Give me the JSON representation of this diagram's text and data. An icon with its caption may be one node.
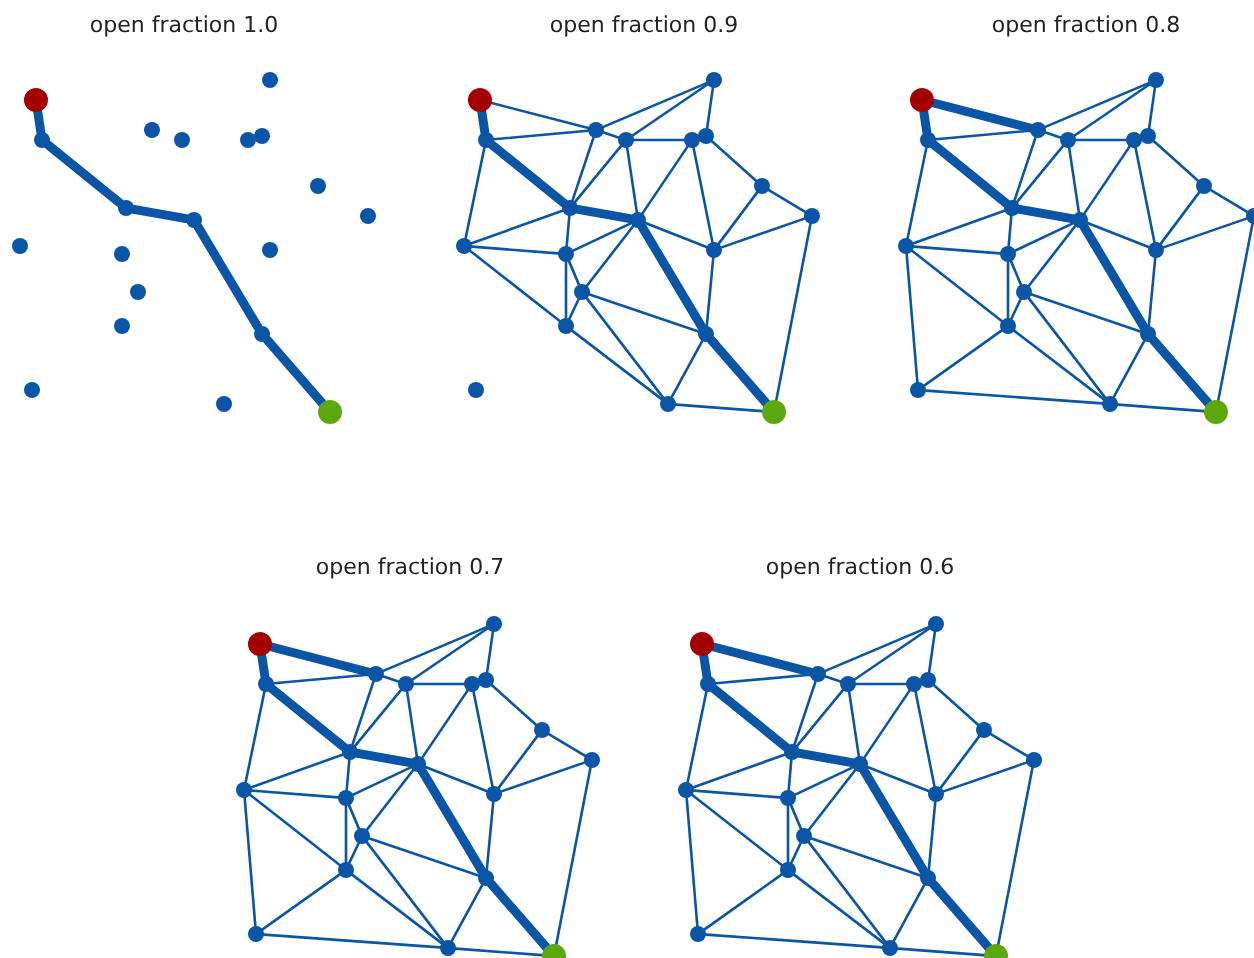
{
  "diagram": {
    "nodes": [
      {
        "text": [],
        "shape": "circle"
      },
      {
        "text": [],
        "shape": "circle"
      },
      {
        "text": [],
        "shape": "circle"
      },
      {
        "text": [],
        "shape": "circle"
      },
      {
        "text": [],
        "shape": "circle"
      },
      {
        "text": [],
        "shape": "circle"
      },
      {
        "text": [],
        "shape": "circle"
      },
      {
        "text": [],
        "shape": "circle"
      },
      {
        "text": [],
        "shape": "circle"
      },
      {
        "text": [],
        "shape": "circle"
      },
      {
        "text": [],
        "shape": "circle"
      },
      {
        "text": [],
        "shape": "circle"
      },
      {
        "text": [],
        "shape": "circle"
      },
      {
        "text": [],
        "shape": "circle"
      },
      {
        "text": [],
        "shape": "circle"
      },
      {
        "text": [],
        "shape": "circle"
      },
      {
        "text": [],
        "shape": "circle"
      },
      {
        "text": [],
        "shape": "circle"
      },
      {
        "text": [],
        "shape": "circle"
      },
      {
        "text": [],
        "shape": "circle"
      },
      {
        "text": [],
        "shape": "circle"
      },
      {
        "text": [],
        "shape": "circle"
      },
      {
        "text": [],
        "shape": "circle"
      },
      {
        "text": [],
        "shape": "circle"
      },
      {
        "text": [],
        "shape": "circle"
      },
      {
        "text": [],
        "shape": "circle"
      },
      {
        "text": [],
        "shape": "circle"
      },
      {
        "text": [],
        "shape": "circle"
      },
      {
        "text": [],
        "shape": "circle"
      },
      {
        "text": [],
        "shape": "circle"
      },
      {
        "text": [],
        "shape": "circle"
      },
      {
        "text": [],
        "shape": "circle"
      },
      {
        "text": [],
        "shape": "circle"
      },
      {
        "text": [],
        "shape": "circle"
      },
      {
        "text": [],
        "shape": "circle"
      },
      {
        "text": [],
        "shape": "circle"
      },
      {
        "text": [],
        "shape": "circle"
      },
      {
        "text": [],
        "shape": "circle"
      },
      {
        "text": [],
        "shape": "circle"
      },
      {
        "text": [],
        "shape": "circle"
      },
      {
        "text": [],
        "shape": "circle"
      },
      {
        "text": [],
        "shape": "circle"
      },
      {
        "text": [],
        "shape": "circle"
      },
      {
        "text": [],
        "shape": "circle"
      },
      {
        "text": [],
        "shape": "circle"
      },
      {
        "text": [],
        "shape": "circle"
      },
      {
        "text": [],
        "shape": "circle"
      },
      {
        "text": [],
        "shape": "circle"
      },
      {
        "text": [],
        "shape": "circle"
      },
      {
        "text": [],
        "shape": "circle"
      },
      {
        "text": [],
        "shape": "circle"
      },
      {
        "text": [],
        "shape": "circle"
      },
      {
        "text": [],
        "shape": "circle"
      },
      {
        "text": [],
        "shape": "circle"
      },
      {
        "text": [],
        "shape": "circle"
      },
      {
        "text": [],
        "shape": "circle"
      },
      {
        "text": [],
        "shape": "circle"
      },
      {
        "text": [],
        "shape": "circle"
      },
      {
        "text": [],
        "shape": "circle"
      },
      {
        "text": [],
        "shape": "circle"
      },
      {
        "text": [],
        "shape": "circle"
      },
      {
        "text": [],
        "shape": "circle"
      },
      {
        "text": [],
        "shape": "circle"
      },
      {
        "text": [],
        "shape": "circle"
      },
      {
        "text": [],
        "shape": "circle"
      },
      {
        "text": [],
        "shape": "circle"
      },
      {
        "text": [],
        "shape": "circle"
      },
      {
        "text": [],
        "shape": "circle"
      },
      {
        "text": [],
        "shape": "circle"
      },
      {
        "text": [],
        "shape": "circle"
      },
      {
        "text": [],
        "shape": "circle"
      },
      {
        "text": [],
        "shape": "circle"
      },
      {
        "text": [],
        "shape": "circle"
      },
      {
        "text": [],
        "shape": "circle"
      },
      {
        "text": [],
        "shape": "circle"
      },
      {
        "text": [],
        "shape": "circle"
      },
      {
        "text": [],
        "shape": "circle"
      },
      {
        "text": [],
        "shape": "circle"
      },
      {
        "text": [],
        "shape": "circle"
      },
      {
        "text": [],
        "shape": "circle"
      },
      {
        "text": [],
        "shape": "circle"
      },
      {
        "text": [],
        "shape": "circle"
      },
      {
        "text": [],
        "shape": "circle"
      },
      {
        "text": [],
        "shape": "circle"
      },
      {
        "text": [],
        "shape": "circle"
      },
      {
        "text": [],
        "shape": "circle"
      },
      {
        "text": [],
        "shape": "circle"
      },
      {
        "text": [],
        "shape": "circle"
      },
      {
        "text": [],
        "shape": "circle"
      },
      {
        "text": [],
        "shape": "circle"
      },
      {
        "text": [],
        "shape": "circle"
      },
      {
        "text": [],
        "shape": "circle"
      },
      {
        "text": [],
        "shape": "circle"
      },
      {
        "text": [],
        "shape": "circle"
      },
      {
        "text": [],
        "shape": "circle"
      },
      {
        "text": [],
        "shape": "circle"
      },
      {
        "text": [],
        "shape": "circle"
      },
      {
        "text": [],
        "shape": "circle"
      },
      {
        "text": [],
        "shape": "circle"
      },
      {
        "text": [],
        "shape": "circle"
      }
    ],
    "edges": [
      {
        "from": 0,
        "to": 1,
        "arrow": "none",
        "style": "thick"
      },
      {
        "from": 1,
        "to": 2,
        "arrow": "none",
        "style": "thick"
      },
      {
        "from": 2,
        "to": 3,
        "arrow": "none",
        "style": "thick"
      },
      {
        "from": 3,
        "to": 4,
        "arrow": "none",
        "style": "thick"
      },
      {
        "from": 4,
        "to": 5,
        "arrow": "none",
        "style": "thick"
      },
      {
        "from": 20,
        "to": 21,
        "arrow": "none",
        "style": "thick"
      },
      {
        "from": 21,
        "to": 22,
        "arrow": "none",
        "style": "thick"
      },
      {
        "from": 22,
        "to": 23,
        "arrow": "none",
        "style": "thick"
      },
      {
        "from": 23,
        "to": 24,
        "arrow": "none",
        "style": "thick"
      },
      {
        "from": 24,
        "to": 25,
        "arrow": "none",
        "style": "thick"
      },
      {
        "from": 20,
        "to": 27,
        "arrow": "none"
      },
      {
        "from": 21,
        "to": 27,
        "arrow": "none"
      },
      {
        "from": 27,
        "to": 26,
        "arrow": "none"
      },
      {
        "from": 28,
        "to": 26,
        "arrow": "none"
      },
      {
        "from": 30,
        "to": 26,
        "arrow": "none"
      },
      {
        "from": 27,
        "to": 28,
        "arrow": "none"
      },
      {
        "from": 28,
        "to": 29,
        "arrow": "none"
      },
      {
        "from": 21,
        "to": 33,
        "arrow": "none"
      },
      {
        "from": 27,
        "to": 22,
        "arrow": "none"
      },
      {
        "from": 28,
        "to": 22,
        "arrow": "none"
      },
      {
        "from": 28,
        "to": 23,
        "arrow": "none"
      },
      {
        "from": 29,
        "to": 23,
        "arrow": "none"
      },
      {
        "from": 29,
        "to": 35,
        "arrow": "none"
      },
      {
        "from": 30,
        "to": 31,
        "arrow": "none"
      },
      {
        "from": 31,
        "to": 32,
        "arrow": "none"
      },
      {
        "from": 31,
        "to": 35,
        "arrow": "none"
      },
      {
        "from": 32,
        "to": 35,
        "arrow": "none"
      },
      {
        "from": 32,
        "to": 25,
        "arrow": "none"
      },
      {
        "from": 22,
        "to": 33,
        "arrow": "none"
      },
      {
        "from": 22,
        "to": 34,
        "arrow": "none"
      },
      {
        "from": 23,
        "to": 34,
        "arrow": "none"
      },
      {
        "from": 23,
        "to": 36,
        "arrow": "none"
      },
      {
        "from": 23,
        "to": 35,
        "arrow": "none"
      },
      {
        "from": 33,
        "to": 34,
        "arrow": "none"
      },
      {
        "from": 33,
        "to": 37,
        "arrow": "none"
      },
      {
        "from": 34,
        "to": 36,
        "arrow": "none"
      },
      {
        "from": 34,
        "to": 37,
        "arrow": "none"
      },
      {
        "from": 36,
        "to": 37,
        "arrow": "none"
      },
      {
        "from": 36,
        "to": 24,
        "arrow": "none"
      },
      {
        "from": 35,
        "to": 24,
        "arrow": "none"
      },
      {
        "from": 37,
        "to": 39,
        "arrow": "none"
      },
      {
        "from": 24,
        "to": 39,
        "arrow": "none"
      },
      {
        "from": 39,
        "to": 25,
        "arrow": "none"
      },
      {
        "from": 36,
        "to": 39,
        "arrow": "none"
      },
      {
        "from": 40,
        "to": 41,
        "arrow": "none",
        "style": "thick"
      },
      {
        "from": 41,
        "to": 42,
        "arrow": "none",
        "style": "thick"
      },
      {
        "from": 42,
        "to": 43,
        "arrow": "none",
        "style": "thick"
      },
      {
        "from": 43,
        "to": 44,
        "arrow": "none",
        "style": "thick"
      },
      {
        "from": 44,
        "to": 45,
        "arrow": "none",
        "style": "thick"
      },
      {
        "from": 40,
        "to": 47,
        "arrow": "none",
        "style": "thick"
      },
      {
        "from": 41,
        "to": 47,
        "arrow": "none"
      },
      {
        "from": 47,
        "to": 46,
        "arrow": "none"
      },
      {
        "from": 48,
        "to": 46,
        "arrow": "none"
      },
      {
        "from": 50,
        "to": 46,
        "arrow": "none"
      },
      {
        "from": 47,
        "to": 48,
        "arrow": "none"
      },
      {
        "from": 48,
        "to": 49,
        "arrow": "none"
      },
      {
        "from": 41,
        "to": 53,
        "arrow": "none"
      },
      {
        "from": 47,
        "to": 42,
        "arrow": "none"
      },
      {
        "from": 48,
        "to": 42,
        "arrow": "none"
      },
      {
        "from": 48,
        "to": 43,
        "arrow": "none"
      },
      {
        "from": 49,
        "to": 43,
        "arrow": "none"
      },
      {
        "from": 49,
        "to": 55,
        "arrow": "none"
      },
      {
        "from": 50,
        "to": 51,
        "arrow": "none"
      },
      {
        "from": 51,
        "to": 52,
        "arrow": "none"
      },
      {
        "from": 51,
        "to": 55,
        "arrow": "none"
      },
      {
        "from": 52,
        "to": 55,
        "arrow": "none"
      },
      {
        "from": 52,
        "to": 45,
        "arrow": "none"
      },
      {
        "from": 42,
        "to": 53,
        "arrow": "none"
      },
      {
        "from": 42,
        "to": 54,
        "arrow": "none"
      },
      {
        "from": 43,
        "to": 54,
        "arrow": "none"
      },
      {
        "from": 43,
        "to": 56,
        "arrow": "none"
      },
      {
        "from": 43,
        "to": 55,
        "arrow": "none"
      },
      {
        "from": 53,
        "to": 54,
        "arrow": "none"
      },
      {
        "from": 53,
        "to": 57,
        "arrow": "none"
      },
      {
        "from": 54,
        "to": 56,
        "arrow": "none"
      },
      {
        "from": 54,
        "to": 57,
        "arrow": "none"
      },
      {
        "from": 56,
        "to": 57,
        "arrow": "none"
      },
      {
        "from": 56,
        "to": 44,
        "arrow": "none"
      },
      {
        "from": 55,
        "to": 44,
        "arrow": "none"
      },
      {
        "from": 57,
        "to": 59,
        "arrow": "none"
      },
      {
        "from": 44,
        "to": 59,
        "arrow": "none"
      },
      {
        "from": 59,
        "to": 45,
        "arrow": "none"
      },
      {
        "from": 56,
        "to": 59,
        "arrow": "none"
      },
      {
        "from": 53,
        "to": 58,
        "arrow": "none"
      },
      {
        "from": 58,
        "to": 57,
        "arrow": "none"
      },
      {
        "from": 58,
        "to": 59,
        "arrow": "none"
      },
      {
        "from": 60,
        "to": 61,
        "arrow": "none",
        "style": "thick"
      },
      {
        "from": 61,
        "to": 62,
        "arrow": "none",
        "style": "thick"
      },
      {
        "from": 62,
        "to": 63,
        "arrow": "none",
        "style": "thick"
      },
      {
        "from": 63,
        "to": 64,
        "arrow": "none",
        "style": "thick"
      },
      {
        "from": 64,
        "to": 65,
        "arrow": "none",
        "style": "thick"
      },
      {
        "from": 60,
        "to": 67,
        "arrow": "none",
        "style": "thick"
      },
      {
        "from": 61,
        "to": 67,
        "arrow": "none"
      },
      {
        "from": 67,
        "to": 66,
        "arrow": "none"
      },
      {
        "from": 68,
        "to": 66,
        "arrow": "none"
      },
      {
        "from": 70,
        "to": 66,
        "arrow": "none"
      },
      {
        "from": 67,
        "to": 68,
        "arrow": "none"
      },
      {
        "from": 68,
        "to": 69,
        "arrow": "none"
      },
      {
        "from": 61,
        "to": 73,
        "arrow": "none"
      },
      {
        "from": 67,
        "to": 62,
        "arrow": "none"
      },
      {
        "from": 68,
        "to": 62,
        "arrow": "none"
      },
      {
        "from": 68,
        "to": 63,
        "arrow": "none"
      },
      {
        "from": 69,
        "to": 63,
        "arrow": "none"
      },
      {
        "from": 69,
        "to": 75,
        "arrow": "none"
      },
      {
        "from": 70,
        "to": 71,
        "arrow": "none"
      },
      {
        "from": 71,
        "to": 72,
        "arrow": "none"
      },
      {
        "from": 71,
        "to": 75,
        "arrow": "none"
      },
      {
        "from": 72,
        "to": 75,
        "arrow": "none"
      },
      {
        "from": 72,
        "to": 65,
        "arrow": "none"
      },
      {
        "from": 62,
        "to": 73,
        "arrow": "none"
      },
      {
        "from": 62,
        "to": 74,
        "arrow": "none"
      },
      {
        "from": 63,
        "to": 74,
        "arrow": "none"
      },
      {
        "from": 63,
        "to": 76,
        "arrow": "none"
      },
      {
        "from": 63,
        "to": 75,
        "arrow": "none"
      },
      {
        "from": 73,
        "to": 74,
        "arrow": "none"
      },
      {
        "from": 73,
        "to": 77,
        "arrow": "none"
      },
      {
        "from": 74,
        "to": 76,
        "arrow": "none"
      },
      {
        "from": 74,
        "to": 77,
        "arrow": "none"
      },
      {
        "from": 76,
        "to": 77,
        "arrow": "none"
      },
      {
        "from": 76,
        "to": 64,
        "arrow": "none"
      },
      {
        "from": 75,
        "to": 64,
        "arrow": "none"
      },
      {
        "from": 77,
        "to": 79,
        "arrow": "none"
      },
      {
        "from": 64,
        "to": 79,
        "arrow": "none"
      },
      {
        "from": 79,
        "to": 65,
        "arrow": "none"
      },
      {
        "from": 76,
        "to": 79,
        "arrow": "none"
      },
      {
        "from": 73,
        "to": 78,
        "arrow": "none"
      },
      {
        "from": 78,
        "to": 77,
        "arrow": "none"
      },
      {
        "from": 78,
        "to": 79,
        "arrow": "none"
      },
      {
        "from": 80,
        "to": 81,
        "arrow": "none",
        "style": "thick"
      },
      {
        "from": 81,
        "to": 82,
        "arrow": "none",
        "style": "thick"
      },
      {
        "from": 82,
        "to": 83,
        "arrow": "none",
        "style": "thick"
      },
      {
        "from": 83,
        "to": 84,
        "arrow": "none",
        "style": "thick"
      },
      {
        "from": 84,
        "to": 85,
        "arrow": "none",
        "style": "thick"
      },
      {
        "from": 80,
        "to": 87,
        "arrow": "none",
        "style": "thick"
      },
      {
        "from": 81,
        "to": 87,
        "arrow": "none"
      },
      {
        "from": 87,
        "to": 86,
        "arrow": "none"
      },
      {
        "from": 88,
        "to": 86,
        "arrow": "none"
      },
      {
        "from": 90,
        "to": 86,
        "arrow": "none"
      },
      {
        "from": 87,
        "to": 88,
        "arrow": "none"
      },
      {
        "from": 88,
        "to": 89,
        "arrow": "none"
      },
      {
        "from": 81,
        "to": 93,
        "arrow": "none"
      },
      {
        "from": 87,
        "to": 82,
        "arrow": "none"
      },
      {
        "from": 88,
        "to": 82,
        "arrow": "none"
      },
      {
        "from": 88,
        "to": 83,
        "arrow": "none"
      },
      {
        "from": 89,
        "to": 83,
        "arrow": "none"
      },
      {
        "from": 89,
        "to": 95,
        "arrow": "none"
      },
      {
        "from": 90,
        "to": 91,
        "arrow": "none"
      },
      {
        "from": 91,
        "to": 92,
        "arrow": "none"
      },
      {
        "from": 91,
        "to": 95,
        "arrow": "none"
      },
      {
        "from": 92,
        "to": 95,
        "arrow": "none"
      },
      {
        "from": 92,
        "to": 85,
        "arrow": "none"
      },
      {
        "from": 82,
        "to": 93,
        "arrow": "none"
      },
      {
        "from": 82,
        "to": 94,
        "arrow": "none"
      },
      {
        "from": 83,
        "to": 94,
        "arrow": "none"
      },
      {
        "from": 83,
        "to": 96,
        "arrow": "none"
      },
      {
        "from": 83,
        "to": 95,
        "arrow": "none"
      },
      {
        "from": 93,
        "to": 94,
        "arrow": "none"
      },
      {
        "from": 93,
        "to": 97,
        "arrow": "none"
      },
      {
        "from": 94,
        "to": 96,
        "arrow": "none"
      },
      {
        "from": 94,
        "to": 97,
        "arrow": "none"
      },
      {
        "from": 96,
        "to": 97,
        "arrow": "none"
      },
      {
        "from": 96,
        "to": 84,
        "arrow": "none"
      },
      {
        "from": 95,
        "to": 84,
        "arrow": "none"
      },
      {
        "from": 97,
        "to": 99,
        "arrow": "none"
      },
      {
        "from": 84,
        "to": 99,
        "arrow": "none"
      },
      {
        "from": 99,
        "to": 85,
        "arrow": "none"
      },
      {
        "from": 96,
        "to": 99,
        "arrow": "none"
      },
      {
        "from": 93,
        "to": 98,
        "arrow": "none"
      },
      {
        "from": 98,
        "to": 97,
        "arrow": "none"
      },
      {
        "from": 98,
        "to": 99,
        "arrow": "none"
      }
    ],
    "labels": [
      "open fraction 1.0",
      "open fraction 0.9",
      "open fraction 0.8",
      "open fraction 0.7",
      "open fraction 0.6"
    ]
  }
}
